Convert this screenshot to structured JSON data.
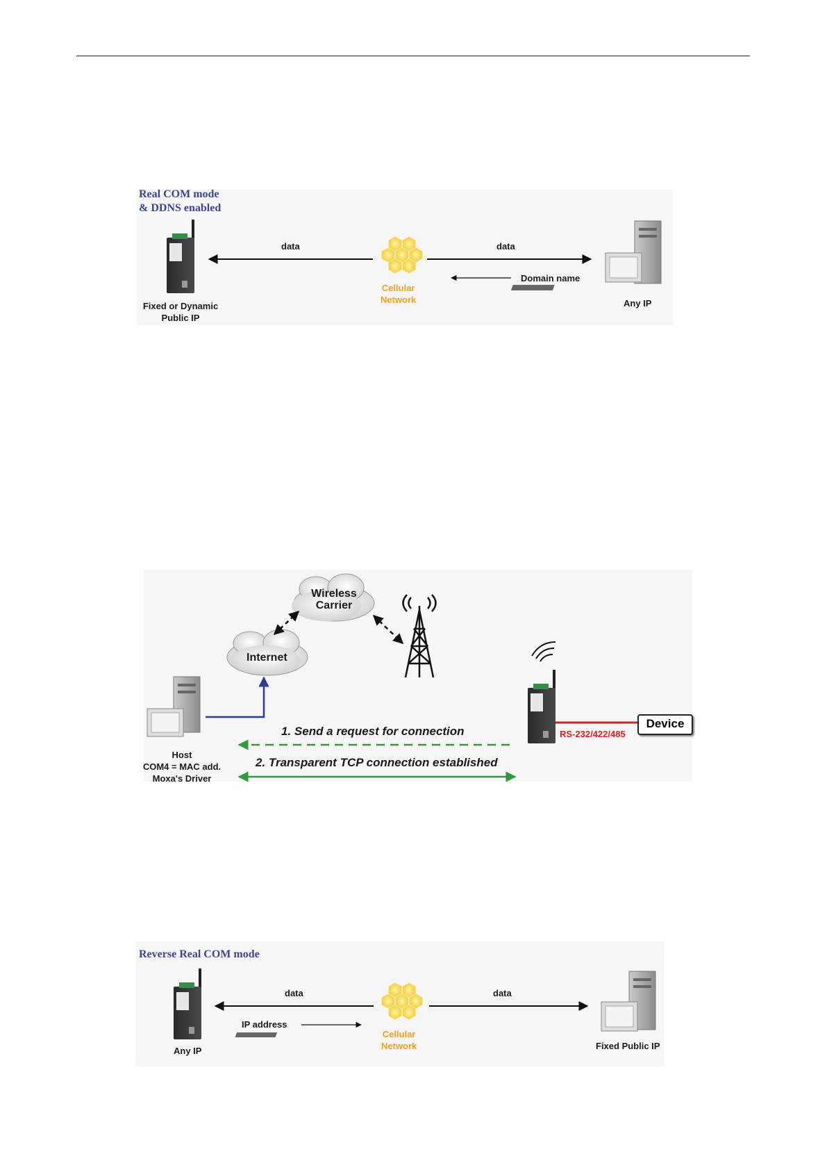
{
  "diagram1": {
    "title_line1": "Real COM mode",
    "title_line2": "& DDNS enabled",
    "left_label_line1": "Fixed or Dynamic",
    "left_label_line2": "Public IP",
    "data_left": "data",
    "data_right": "data",
    "domain_name": "Domain name",
    "network_line1": "Cellular",
    "network_line2": "Network",
    "right_label": "Any IP"
  },
  "diagram2": {
    "wireless_line1": "Wireless",
    "wireless_line2": "Carrier",
    "internet": "Internet",
    "host_line1": "Host",
    "host_line2": "COM4 = MAC add.",
    "host_line3": "Moxa's Driver",
    "step1": "1. Send a request for connection",
    "step2": "2. Transparent TCP connection established",
    "serial": "RS-232/422/485",
    "device": "Device"
  },
  "diagram3": {
    "title": "Reverse Real COM mode",
    "data_left": "data",
    "data_right": "data",
    "ip_address": "IP address",
    "network_line1": "Cellular",
    "network_line2": "Network",
    "left_label": "Any IP",
    "right_label": "Fixed Public IP"
  },
  "colors": {
    "title_blue": "#3b4592",
    "cellular_orange": "#f0a020",
    "hex_yellow": "#f7e04a",
    "link_green": "#2e9a3a",
    "link_blue": "#2b3a99",
    "serial_red": "#d22222"
  },
  "icons": [
    "gateway-icon",
    "cellular-network-icon",
    "server-computer-icon",
    "cloud-icon",
    "cell-tower-icon",
    "signal-waves-icon"
  ]
}
